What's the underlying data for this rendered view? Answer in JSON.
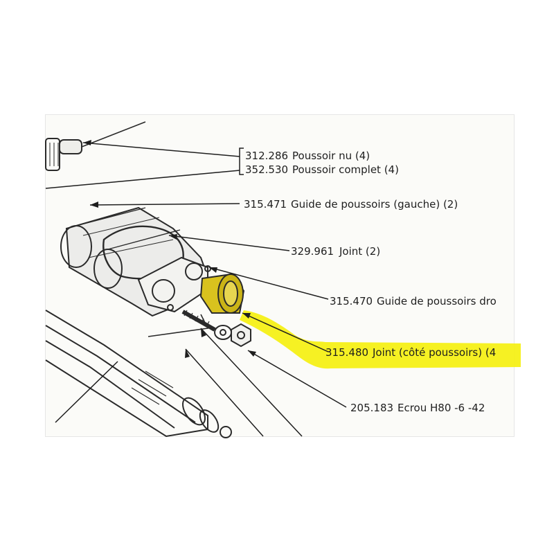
{
  "callouts": [
    {
      "part_number": "312.286",
      "description": "Poussoir  nu  (4)"
    },
    {
      "part_number": "352.530",
      "description": "Poussoir  complet  (4)"
    },
    {
      "part_number": "315.471",
      "description": "Guide  de poussoirs  (gauche)  (2)"
    },
    {
      "part_number": "329.961",
      "description": "Joint  (2)"
    },
    {
      "part_number": "315.470",
      "description": "Guide  de poussoirs  dro"
    },
    {
      "part_number": "315.480",
      "description": "Joint  (côté  poussoirs)  (4",
      "highlighted": true
    },
    {
      "part_number": "205.183",
      "description": "Ecrou  H80 -6 -42"
    }
  ],
  "highlight_color": "#f5f010",
  "component_fill": "#d9c21e"
}
